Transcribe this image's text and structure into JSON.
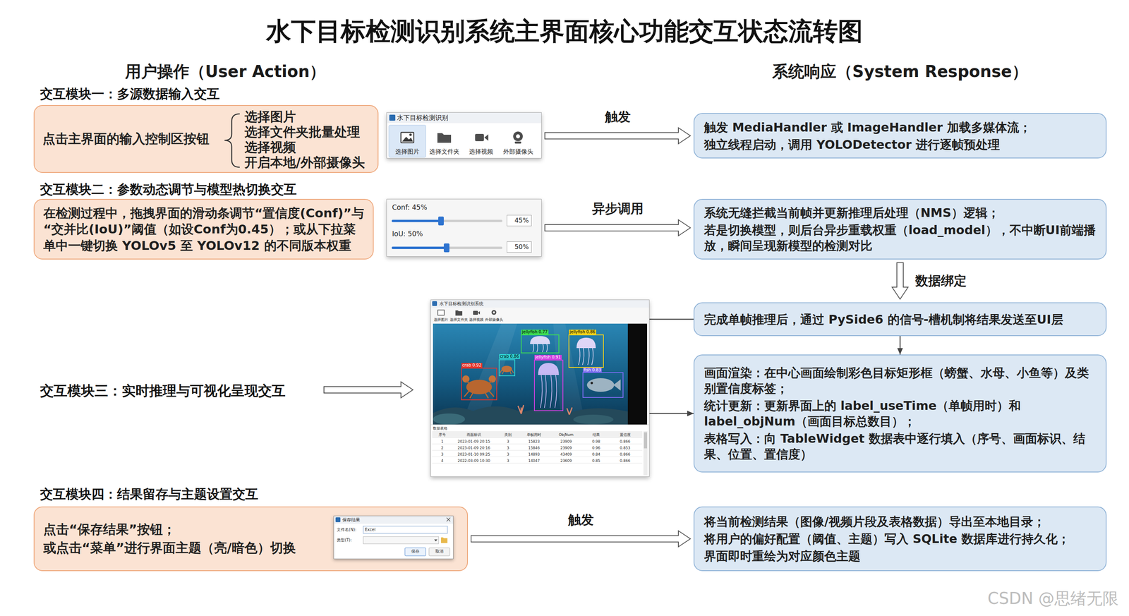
{
  "diagram": {
    "title": "水下目标检测识别系统主界面核心功能交互状态流转图",
    "nodes": [
      {
        "text": [
          "点击主界面的输入控制区按钮",
          "选择图片",
          "选择文件夹批量处理",
          "选择视频",
          "开启本地/外部摄像头"
        ]
      },
      {
        "text": [
          "水下目标检测识别",
          "选择图片",
          "选择文件夹",
          "选择视频",
          "外部摄像头"
        ]
      },
      {
        "text": [
          "触发 MediaHandler 或 ImageHandler 加载多媒体流；",
          "独立线程启动，调用 YOLODetector 进行逐帧预处理"
        ]
      },
      {
        "text": [
          "在检测过程中，拖拽界面的滑动条调节“置信度(Conf)”与“交并比(IoU)”阈值（如设Conf为0.45）；或从下拉菜单中一键切换 YOLOv5 至 YOLOv12 的不同版本权重"
        ]
      },
      {
        "text": [
          "Conf: 45%",
          "45%",
          "IoU: 50%",
          "50%"
        ]
      },
      {
        "text": [
          "系统无缝拦截当前帧并更新推理后处理（NMS）逻辑；",
          "若是切换模型，则后台异步重载权重（load_model），不中断UI前端播放，瞬间呈现新模型的检测对比"
        ]
      },
      {
        "text": [
          "水下目标检测识别系统",
          "选择图片",
          "选择文件夹",
          "选择视频",
          "外部摄像头",
          "jellyfish 0.77",
          "jellyfish 0.86",
          "crab 0.86",
          "crab 0.92",
          "jellyfish 0.91",
          "fish 0.83",
          "数据表格",
          "序号",
          "画面标识",
          "类别",
          "单帧用时",
          "ObjNum",
          "结果",
          "置信度",
          "1",
          "2023-01-09 20:15",
          "3",
          "15823",
          "23909",
          "0.98",
          "0.866",
          "2",
          "2023-01-09 20:16",
          "3",
          "15846",
          "23909",
          "0.96",
          "0.853",
          "3",
          "2023-01-10 09:25",
          "3",
          "14893",
          "43409",
          "0.84",
          "0.866",
          "4",
          "2022-03-09 10:30",
          "3",
          "14047",
          "23609",
          "0.85",
          "0.866"
        ]
      },
      {
        "text": [
          "完成单帧推理后，通过 PySide6 的信号-槽机制将结果发送至UI层"
        ]
      },
      {
        "text": [
          "画面渲染：在中心画面绘制彩色目标矩形框（螃蟹、水母、小鱼等）及类别置信度标签；",
          "统计更新：更新界面上的 label_useTime（单帧用时）和 label_objNum（画面目标总数目）；",
          "表格写入：向 TableWidget 数据表中逐行填入（序号、画面标识、结果、位置、置信度）"
        ]
      },
      {
        "text": [
          "点击“保存结果”按钮；",
          "或点击“菜单”进行界面主题（亮/暗色）切换"
        ]
      },
      {
        "text": [
          "保存结果",
          "文件名(N):",
          "Excel",
          "类型(T):",
          "保存",
          "取消"
        ],
        "in": 9
      },
      {
        "text": [
          "将当前检测结果（图像/视频片段及表格数据）导出至本地目录；",
          "将用户的偏好配置（阈值、主题）写入 SQLite 数据库进行持久化；",
          "界面即时重绘为对应颜色主题"
        ]
      }
    ],
    "edges": [
      {
        "from": 1,
        "to": 2,
        "label": "触发",
        "arrow": "to"
      },
      {
        "from": 4,
        "to": 5,
        "label": "异步调用",
        "arrow": "to"
      },
      {
        "from": 5,
        "to": 7,
        "label": "数据绑定",
        "arrow": "to"
      },
      {
        "from": 6,
        "to": 7,
        "arrow": "none"
      },
      {
        "from": 7,
        "to": 8,
        "arrow": "to"
      },
      {
        "from": 6,
        "to": 8,
        "arrow": "to"
      },
      {
        "from": 9,
        "to": 11,
        "label": "触发",
        "arrow": "to"
      }
    ],
    "labels": [
      "用户操作（User Action）",
      "系统响应（System Response）",
      "交互模块一：多源数据输入交互",
      "交互模块二：参数动态调节与模型热切换交互",
      "交互模块三：实时推理与可视化呈现交互",
      "交互模块四：结果留存与主题设置交互",
      "CSDN @思绪无限"
    ]
  }
}
